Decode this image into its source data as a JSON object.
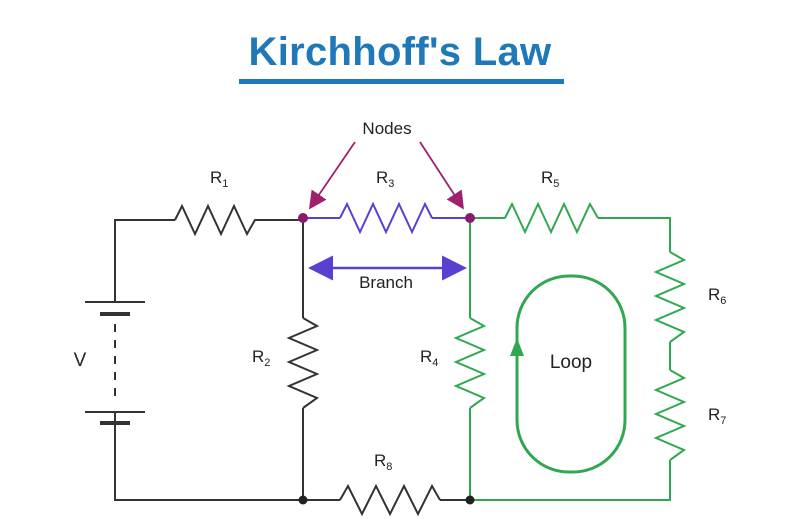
{
  "title": "Kirchhoff's Law",
  "labels": {
    "nodes": "Nodes",
    "branch": "Branch",
    "loop": "Loop",
    "voltage": "V"
  },
  "resistors": [
    {
      "letter": "R",
      "sub": "1"
    },
    {
      "letter": "R",
      "sub": "2"
    },
    {
      "letter": "R",
      "sub": "3"
    },
    {
      "letter": "R",
      "sub": "4"
    },
    {
      "letter": "R",
      "sub": "5"
    },
    {
      "letter": "R",
      "sub": "6"
    },
    {
      "letter": "R",
      "sub": "7"
    },
    {
      "letter": "R",
      "sub": "8"
    }
  ],
  "colors": {
    "title": "#1f78b7",
    "wire": "#333333",
    "branch": "#5a3fd1",
    "loop": "#2fa84f",
    "node": "#8a1a70",
    "arrow": "#a0206e"
  }
}
